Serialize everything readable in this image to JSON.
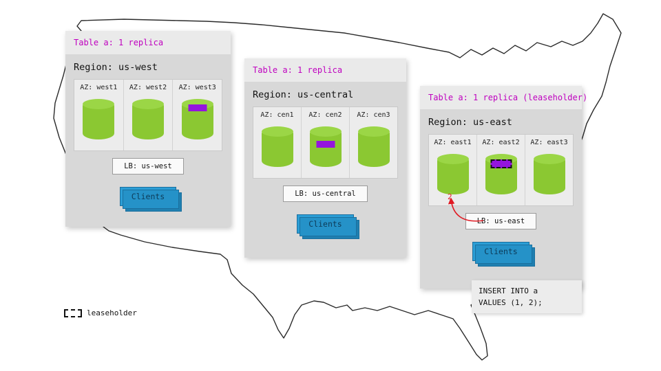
{
  "panels": [
    {
      "header": "Table a: 1 replica",
      "region_title": "Region: us-west",
      "azs": [
        {
          "label": "AZ: west1",
          "replica": false,
          "leaseholder": false
        },
        {
          "label": "AZ: west2",
          "replica": false,
          "leaseholder": false
        },
        {
          "label": "AZ: west3",
          "replica": true,
          "leaseholder": false
        }
      ],
      "lb_label": "LB: us-west",
      "clients_label": "Clients"
    },
    {
      "header": "Table a: 1 replica",
      "region_title": "Region: us-central",
      "azs": [
        {
          "label": "AZ: cen1",
          "replica": false,
          "leaseholder": false
        },
        {
          "label": "AZ: cen2",
          "replica": true,
          "leaseholder": false
        },
        {
          "label": "AZ: cen3",
          "replica": false,
          "leaseholder": false
        }
      ],
      "lb_label": "LB: us-central",
      "clients_label": "Clients"
    },
    {
      "header": "Table a: 1 replica (leaseholder)",
      "region_title": "Region: us-east",
      "azs": [
        {
          "label": "AZ: east1",
          "replica": false,
          "leaseholder": false
        },
        {
          "label": "AZ: east2",
          "replica": true,
          "leaseholder": true
        },
        {
          "label": "AZ: east3",
          "replica": false,
          "leaseholder": false
        }
      ],
      "lb_label": "LB: us-east",
      "clients_label": "Clients",
      "arrow_label": "2"
    }
  ],
  "code_box": {
    "line1": "INSERT INTO a",
    "line2": "VALUES (1, 2);"
  },
  "legend": {
    "label": "leaseholder"
  },
  "colors": {
    "header_text": "#bf00bf",
    "cylinder_green": "#8bc832",
    "replica_purple": "#9415dd",
    "clients_blue": "#2b9ed6",
    "arrow_red": "#e01b24"
  }
}
